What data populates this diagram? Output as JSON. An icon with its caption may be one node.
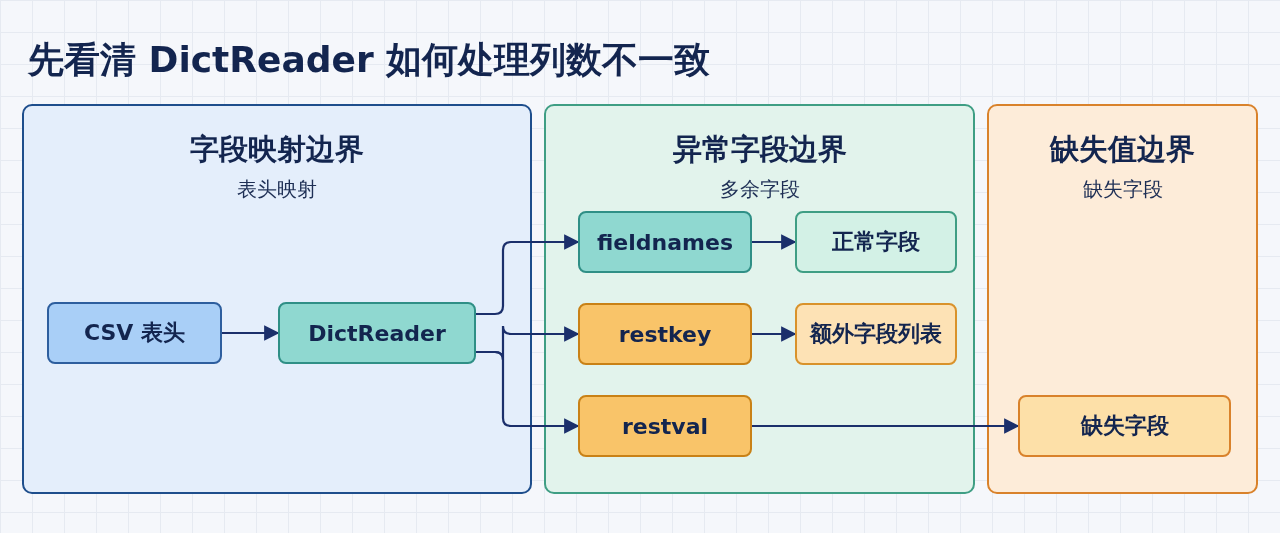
{
  "diagram": {
    "title": "先看清 DictReader 如何处理列数不一致",
    "nodes": [
      {
        "text": [
          "字段映射边界",
          "表头映射"
        ]
      },
      {
        "text": [
          "异常字段边界",
          "多余字段"
        ]
      },
      {
        "text": [
          "缺失值边界",
          "缺失字段"
        ]
      },
      {
        "text": [
          "CSV 表头"
        ],
        "in": 0
      },
      {
        "text": [
          "DictReader"
        ],
        "in": 0
      },
      {
        "text": [
          "fieldnames"
        ],
        "in": 1
      },
      {
        "text": [
          "正常字段"
        ],
        "in": 1
      },
      {
        "text": [
          "restkey"
        ],
        "in": 1
      },
      {
        "text": [
          "额外字段列表"
        ],
        "in": 1
      },
      {
        "text": [
          "restval"
        ],
        "in": 1
      },
      {
        "text": [
          "缺失字段"
        ],
        "in": 2
      }
    ],
    "edges": [
      {
        "from": 3,
        "to": 4,
        "arrow": "to"
      },
      {
        "from": 4,
        "to": 5,
        "arrow": "to"
      },
      {
        "from": 4,
        "to": 7,
        "arrow": "to"
      },
      {
        "from": 4,
        "to": 9,
        "arrow": "to"
      },
      {
        "from": 5,
        "to": 6,
        "arrow": "to"
      },
      {
        "from": 7,
        "to": 8,
        "arrow": "to"
      },
      {
        "from": 9,
        "to": 10,
        "arrow": "to"
      }
    ]
  }
}
